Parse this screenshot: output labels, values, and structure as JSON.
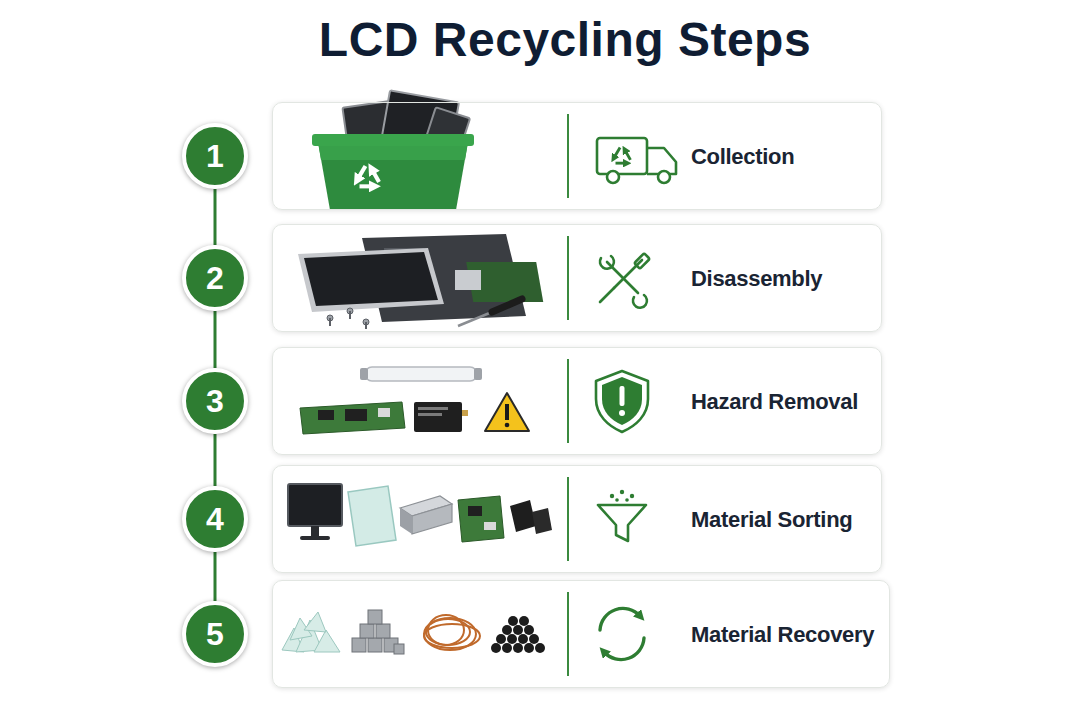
{
  "diagram": {
    "title": "LCD Recycling Steps",
    "nodes": [
      {
        "text": [
          "1"
        ]
      },
      {
        "text": [
          "Collection"
        ]
      },
      {
        "text": [
          "2"
        ]
      },
      {
        "text": [
          "Disassembly"
        ]
      },
      {
        "text": [
          "3"
        ]
      },
      {
        "text": [
          "Hazard Removal"
        ]
      },
      {
        "text": [
          "4"
        ]
      },
      {
        "text": [
          "Material Sorting"
        ]
      },
      {
        "text": [
          "5"
        ]
      },
      {
        "text": [
          "Material Recovery"
        ]
      }
    ],
    "edges": [
      {
        "from": 0,
        "to": 2,
        "arrow": "none"
      },
      {
        "from": 2,
        "to": 4,
        "arrow": "none"
      },
      {
        "from": 4,
        "to": 6,
        "arrow": "none"
      },
      {
        "from": 6,
        "to": 8,
        "arrow": "none"
      }
    ]
  }
}
